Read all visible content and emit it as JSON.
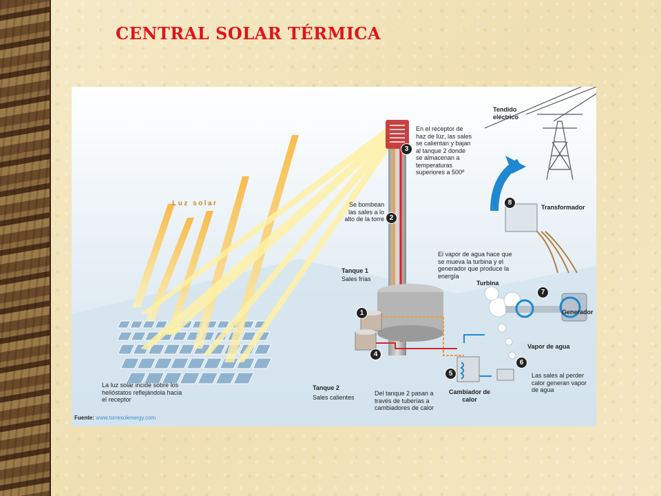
{
  "title": "CENTRAL SOLAR TÉRMICA",
  "labels": {
    "luz_solar": "Luz solar",
    "receptor": "En el receptor de haz de luz, las sales se calientan  y bajan al tanque 2 donde se almacenan a temperaturas superiores a 500º",
    "bombeo": "Se bombean las sales a lo alto de la torre",
    "tanque1_title": "Tanque 1",
    "tanque1_sub": "Sales frías",
    "tanque2_title": "Tanque 2",
    "tanque2_sub": "Sales calientes",
    "heliostatos": "La luz solar incide sobre los helióstatos reflejándola hacia el receptor",
    "tuberias": "Del tanque 2 pasan a través de tuberías a cambiadores de calor",
    "cambiador": "Cambiador de calor",
    "vapor_turbina": "El vapor de agua hace que se mueva la turbina y el generador que produce la energía",
    "turbina": "Turbina",
    "generador": "Generador",
    "vapor": "Vapor de agua",
    "sales_perder": "Las sales al perder calor generan vapor de agua",
    "transformador": "Transformador",
    "tendido": "Tendido eléctrico",
    "fuente_label": "Fuente:",
    "fuente_url": "www.torresolenergy.com"
  },
  "steps": [
    "1",
    "2",
    "3",
    "4",
    "5",
    "6",
    "7",
    "8"
  ],
  "colors": {
    "title": "#e0141b",
    "hot_pipe": "#d62128",
    "cold_pipe": "#f29a3a",
    "water_pipe": "#1e88d0",
    "sky": "#dfeaf3"
  }
}
